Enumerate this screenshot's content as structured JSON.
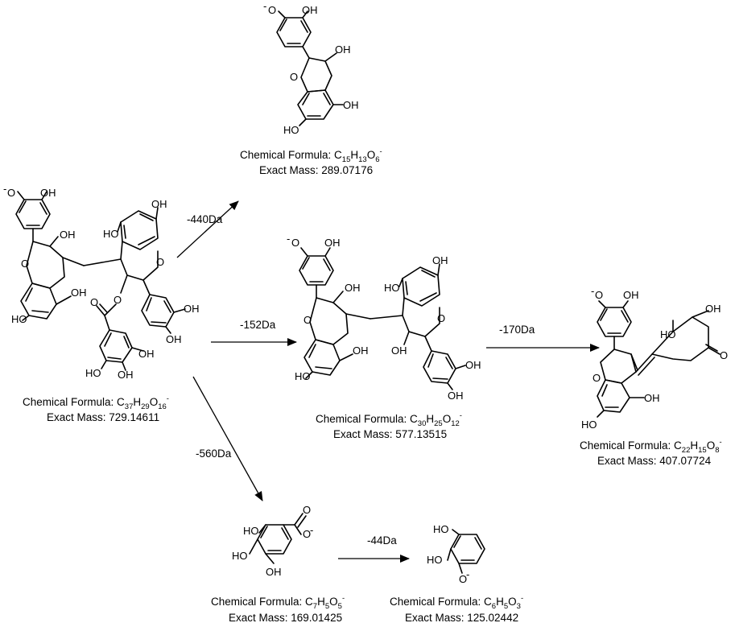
{
  "atoms": {
    "hydroxyl": "OH",
    "ho": "HO",
    "oxygen": "O",
    "oxide": "O",
    "minus": "-",
    "ketone": "O"
  },
  "compounds": {
    "parent": {
      "formula_prefix": "Chemical Formula: C",
      "c": "37",
      "h_label": "H",
      "h": "29",
      "o_label": "O",
      "o": "16",
      "charge": "-",
      "mass_label": "Exact Mass: 729.14611"
    },
    "c1": {
      "formula_prefix": "Chemical Formula: C",
      "c": "15",
      "h_label": "H",
      "h": "13",
      "o_label": "O",
      "o": "6",
      "charge": "-",
      "mass_label": "Exact Mass: 289.07176"
    },
    "c2": {
      "formula_prefix": "Chemical Formula: C",
      "c": "30",
      "h_label": "H",
      "h": "25",
      "o_label": "O",
      "o": "12",
      "charge": "-",
      "mass_label": "Exact Mass: 577.13515"
    },
    "c3": {
      "formula_prefix": "Chemical Formula: C",
      "c": "22",
      "h_label": "H",
      "h": "15",
      "o_label": "O",
      "o": "8",
      "charge": "-",
      "mass_label": "Exact Mass: 407.07724"
    },
    "c4": {
      "formula_prefix": "Chemical Formula: C",
      "c": "7",
      "h_label": "H",
      "h": "5",
      "o_label": "O",
      "o": "5",
      "charge": "-",
      "mass_label": "Exact Mass: 169.01425"
    },
    "c5": {
      "formula_prefix": "Chemical Formula: C",
      "c": "6",
      "h_label": "H",
      "h": "5",
      "o_label": "O",
      "o": "3",
      "charge": "-",
      "mass_label": "Exact Mass: 125.02442"
    }
  },
  "arrows": {
    "a440": "-440Da",
    "a152": "-152Da",
    "a170": "-170Da",
    "a560": "-560Da",
    "a44": "-44Da"
  }
}
